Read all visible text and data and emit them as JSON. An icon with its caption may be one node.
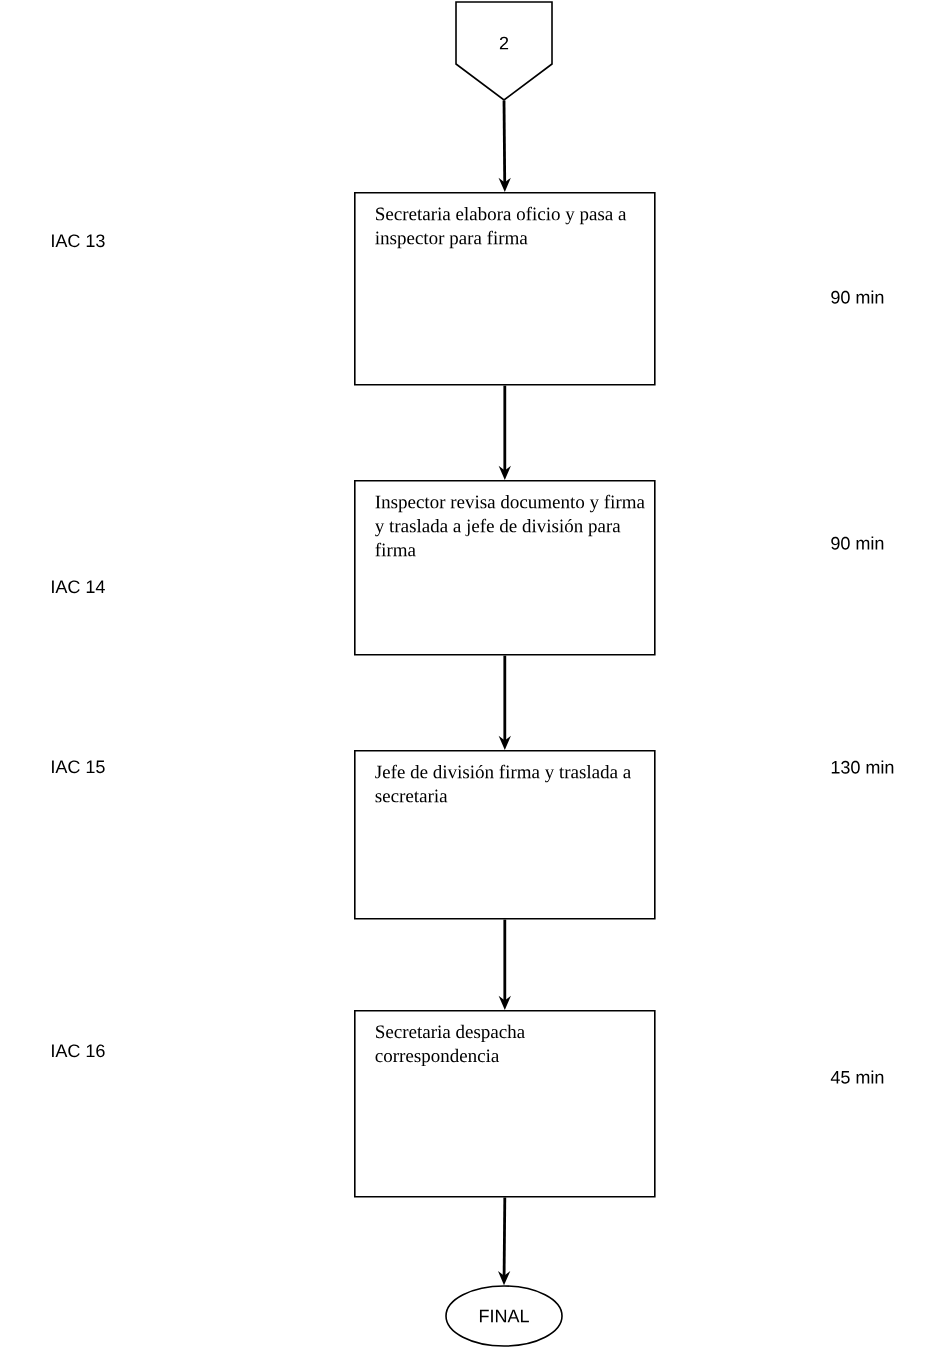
{
  "diagram": {
    "nodes": [
      {
        "text": [
          "2"
        ]
      },
      {
        "text": [
          "Secretaria elabora oficio y pasa a inspector para firma"
        ]
      },
      {
        "text": [
          "Inspector revisa documento y firma y traslada a jefe de división para firma"
        ]
      },
      {
        "text": [
          "Jefe de división firma y traslada a secretaria"
        ]
      },
      {
        "text": [
          "Secretaria despacha correspondencia"
        ]
      },
      {
        "text": [
          "FINAL"
        ]
      }
    ],
    "edges": [
      {
        "from": 0,
        "to": 1,
        "arrow": "to"
      },
      {
        "from": 1,
        "to": 2,
        "arrow": "to"
      },
      {
        "from": 2,
        "to": 3,
        "arrow": "to"
      },
      {
        "from": 3,
        "to": 4,
        "arrow": "to"
      },
      {
        "from": 4,
        "to": 5,
        "arrow": "to"
      }
    ],
    "labels": [
      "IAC 13",
      "90 min",
      "90 min",
      "IAC 14",
      "IAC 15",
      "130 min",
      "IAC 16",
      "45 min"
    ]
  }
}
